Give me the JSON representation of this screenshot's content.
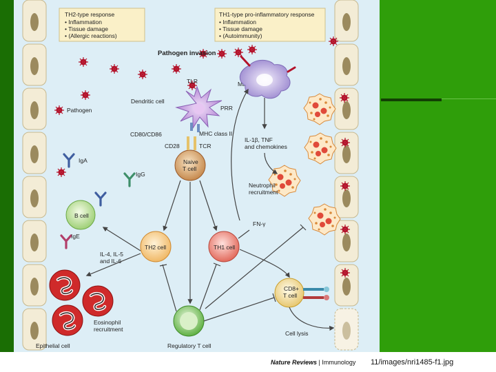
{
  "figure": {
    "box_th2": {
      "heading": "TH2-type response",
      "items": [
        "• Inflammation",
        "• Tissue damage",
        "• (Allergic reactions)"
      ]
    },
    "box_th1": {
      "heading": "TH1-type pro-inflammatory response",
      "items": [
        "• Inflammation",
        "• Tissue damage",
        "• (Autoimmunity)"
      ]
    },
    "labels": {
      "pathogen_invasion": "Pathogen invasion",
      "tlr": "TLR",
      "macrophage": "Macrophage",
      "dendritic_cell": "Dendritic cell",
      "prr": "PRR",
      "pathogen": "Pathogen",
      "cd80_cd86": "CD80/CD86",
      "mhc_class_ii": "MHC class II",
      "cd28": "CD28",
      "tcr": "TCR",
      "naive_t_cell": [
        "Naive",
        "T cell"
      ],
      "il1b": [
        "IL-1β, TNF",
        "and chemokines"
      ],
      "neutrophil_recruitment": [
        "Neutrophil",
        "recruitment"
      ],
      "iga": "IgA",
      "igg": "IgG",
      "b_cell": "B cell",
      "ige": "IgE",
      "ifn_gamma": "FN-γ",
      "il4_il5": [
        "IL-4, IL-5",
        "and IL-6"
      ],
      "th2_cell": "TH2 cell",
      "th1_cell": "TH1 cell",
      "eosinophil_recruitment": [
        "Eosinophil",
        "recruitment"
      ],
      "cd8_t_cell": [
        "CD8+",
        "T cell"
      ],
      "epithelial_cell": "Epithelial cell",
      "regulatory_t_cell": "Regulatory T cell",
      "cell_lysis": "Cell lysis"
    },
    "credit": {
      "brand_bold": "Nature Reviews",
      "separator": " | ",
      "brand_regular": "Immunology"
    }
  },
  "source_url": "11/images/nri1485-f1.jpg",
  "colors": {
    "slide_green": "#2f9e0a",
    "panel_blue": "#ddeef6",
    "note_yellow": "#faf0c8",
    "epithelium": "#f3ecd6",
    "pathogen_red": "#b3122a"
  }
}
